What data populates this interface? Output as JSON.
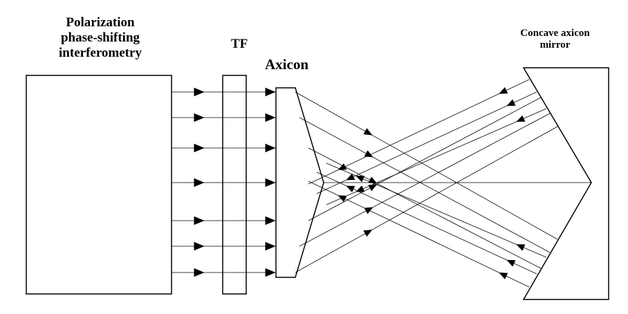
{
  "labels": {
    "interferometry": [
      "Polarization",
      "phase-shifting",
      "interferometry"
    ],
    "tf": "TF",
    "axicon": "Axicon",
    "mirror": [
      "Concave axicon",
      "mirror"
    ]
  },
  "colors": {
    "line": "#000000",
    "background": "#ffffff"
  }
}
